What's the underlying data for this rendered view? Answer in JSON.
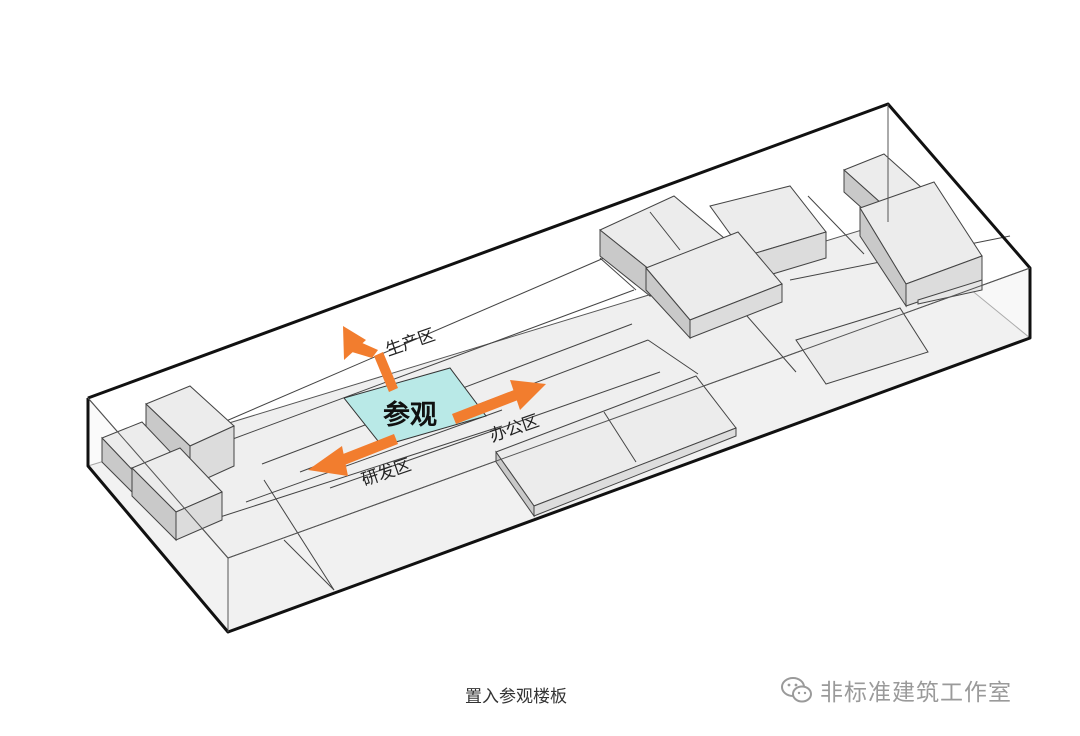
{
  "labels": {
    "center": "参观",
    "production_zone": "生产区",
    "office_zone": "办公区",
    "rnd_zone": "研发区"
  },
  "caption": "置入参观楼板",
  "watermark": {
    "icon": "wechat-icon",
    "text": "非标准建筑工作室"
  },
  "colors": {
    "arrow": "#f27d2e",
    "visit_plate": "#b9e9e7",
    "block_top": "#ececec",
    "block_side": "#c9c9c9",
    "outline": "#111111"
  }
}
